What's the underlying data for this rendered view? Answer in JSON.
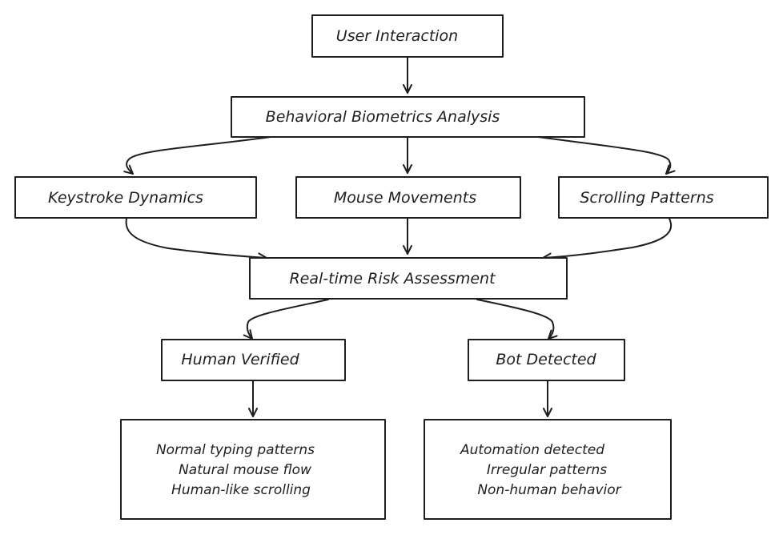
{
  "nodes": {
    "user_interaction": "User Interaction",
    "behavioral_biometrics": "Behavioral Biometrics Analysis",
    "keystroke_dynamics": "Keystroke Dynamics",
    "mouse_movements": "Mouse Movements",
    "scrolling_patterns": "Scrolling Patterns",
    "risk_assessment": "Real-time Risk Assessment",
    "human_verified": "Human Verified",
    "bot_detected": "Bot Detected"
  },
  "human_details": [
    "Normal typing patterns",
    "Natural mouse flow",
    "Human-like scrolling"
  ],
  "bot_details": [
    "Automation detected",
    "Irregular patterns",
    "Non-human behavior"
  ],
  "colors": {
    "stroke": "#1e1e1e",
    "background": "#ffffff"
  }
}
